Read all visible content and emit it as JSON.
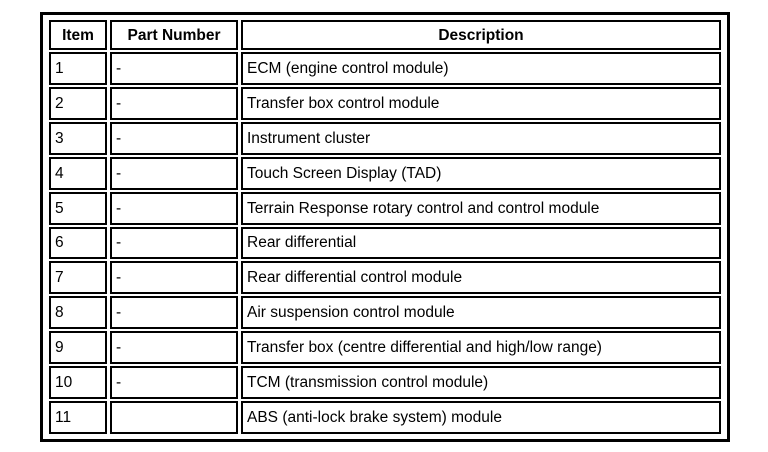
{
  "table": {
    "name": "vehicle-control-modules-parts-table",
    "columns": [
      {
        "key": "item",
        "label": "Item"
      },
      {
        "key": "part_number",
        "label": "Part Number"
      },
      {
        "key": "description",
        "label": "Description"
      }
    ],
    "rows": [
      {
        "item": "1",
        "part_number": "-",
        "description": "ECM (engine control module)"
      },
      {
        "item": "2",
        "part_number": "-",
        "description": "Transfer box control module"
      },
      {
        "item": "3",
        "part_number": "-",
        "description": "Instrument cluster"
      },
      {
        "item": "4",
        "part_number": "-",
        "description": "Touch Screen Display (TAD)"
      },
      {
        "item": "5",
        "part_number": "-",
        "description": "Terrain Response rotary control and control module"
      },
      {
        "item": "6",
        "part_number": "-",
        "description": "Rear differential"
      },
      {
        "item": "7",
        "part_number": "-",
        "description": "Rear differential control module"
      },
      {
        "item": "8",
        "part_number": "-",
        "description": "Air suspension control module"
      },
      {
        "item": "9",
        "part_number": "-",
        "description": "Transfer box (centre differential and high/low range)"
      },
      {
        "item": "10",
        "part_number": "-",
        "description": "TCM (transmission control module)"
      },
      {
        "item": "11",
        "part_number": "",
        "description": "ABS (anti-lock brake system) module"
      }
    ]
  },
  "colors": {
    "border": "#000000",
    "background": "#ffffff",
    "text": "#000000"
  }
}
